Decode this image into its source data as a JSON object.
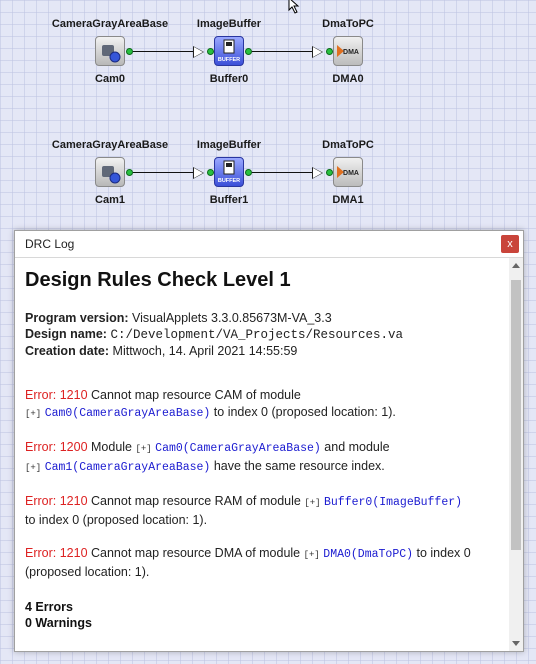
{
  "pipelines": [
    {
      "camera": {
        "type": "CameraGrayAreaBase",
        "name": "Cam0"
      },
      "buffer": {
        "type": "ImageBuffer",
        "name": "Buffer0",
        "icon_text": "BUFFER"
      },
      "dma": {
        "type": "DmaToPC",
        "name": "DMA0",
        "icon_text": "DMA"
      }
    },
    {
      "camera": {
        "type": "CameraGrayAreaBase",
        "name": "Cam1"
      },
      "buffer": {
        "type": "ImageBuffer",
        "name": "Buffer1",
        "icon_text": "BUFFER"
      },
      "dma": {
        "type": "DmaToPC",
        "name": "DMA1",
        "icon_text": "DMA"
      }
    }
  ],
  "window": {
    "title": "DRC Log",
    "close_label": "x"
  },
  "log": {
    "heading": "Design Rules Check Level 1",
    "program_version_label": "Program version:",
    "program_version": "VisualApplets 3.3.0.85673M-VA_3.3",
    "design_name_label": "Design name:",
    "design_name": "C:/Development/VA_Projects/Resources.va",
    "creation_date_label": "Creation date:",
    "creation_date": "Mittwoch, 14. April 2021 14:55:59",
    "errors": [
      {
        "code": "Error: 1210",
        "pre": " Cannot map resource CAM of module",
        "expand": "[+]",
        "module": "Cam0",
        "module_type": "(CameraGrayAreaBase)",
        "post": " to index 0 (proposed location: 1)."
      },
      {
        "code": "Error: 1200",
        "pre": " Module ",
        "expand": "[+]",
        "module": "Cam0",
        "module_type": "(CameraGrayAreaBase)",
        "mid": " and module",
        "expand2": "[+]",
        "module2": "Cam1",
        "module2_type": "(CameraGrayAreaBase)",
        "post": " have the same resource index."
      },
      {
        "code": "Error: 1210",
        "pre": " Cannot map resource RAM of module ",
        "expand": "[+]",
        "module": "Buffer0",
        "module_type": "(ImageBuffer)",
        "post": "to index 0 (proposed location: 1)."
      },
      {
        "code": "Error: 1210",
        "pre": " Cannot map resource DMA of module ",
        "expand": "[+]",
        "module": "DMA0",
        "module_type": "(DmaToPC)",
        "post": " to index 0 (proposed location: 1)."
      }
    ],
    "error_count": "4 Errors",
    "warning_count": "0 Warnings"
  }
}
